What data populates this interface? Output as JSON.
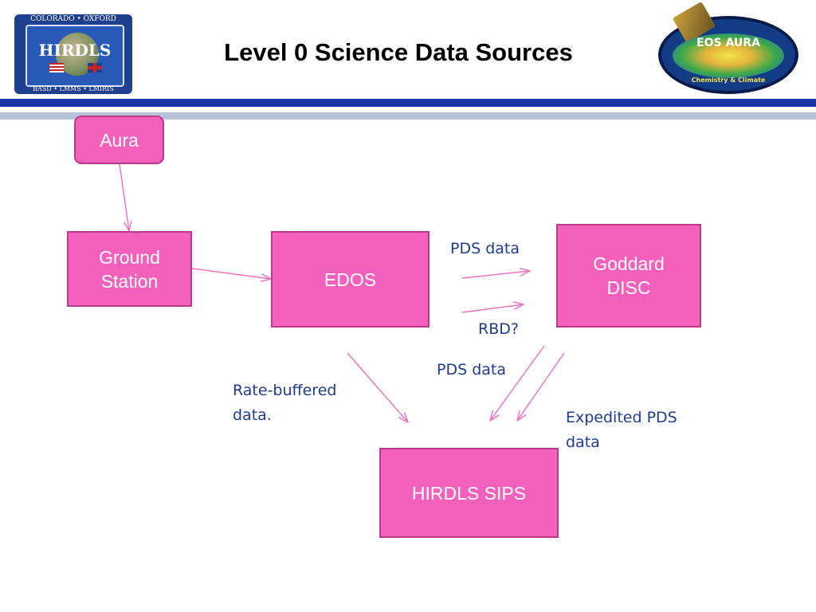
{
  "title": "Level 0 Science Data Sources",
  "logos": {
    "hirdls": {
      "name": "HIRDLS",
      "top_text": "COLORADO • OXFORD",
      "bottom_text": "BASD • LMMS • LMIRIS"
    },
    "eos_aura": {
      "name": "EOS AURA",
      "subtitle": "Chemistry & Climate"
    }
  },
  "nodes": {
    "aura": "Aura",
    "ground_station": "Ground Station",
    "edos": "EDOS",
    "goddard_disc": "Goddard DISC",
    "hirdls_sips": "HIRDLS SIPS"
  },
  "edge_labels": {
    "pds_data_top": "PDS data",
    "rbd": "RBD?",
    "pds_data_mid": "PDS data",
    "rate_buffered": "Rate-buffered data.",
    "expedited": "Expedited PDS data"
  },
  "colors": {
    "box_fill": "#f461bc",
    "box_border": "#b83a8a",
    "label_text": "#1f3a93",
    "arrow": "#f06cc0",
    "bar_dark": "#1a33a6",
    "bar_light": "#b8c3d8"
  }
}
